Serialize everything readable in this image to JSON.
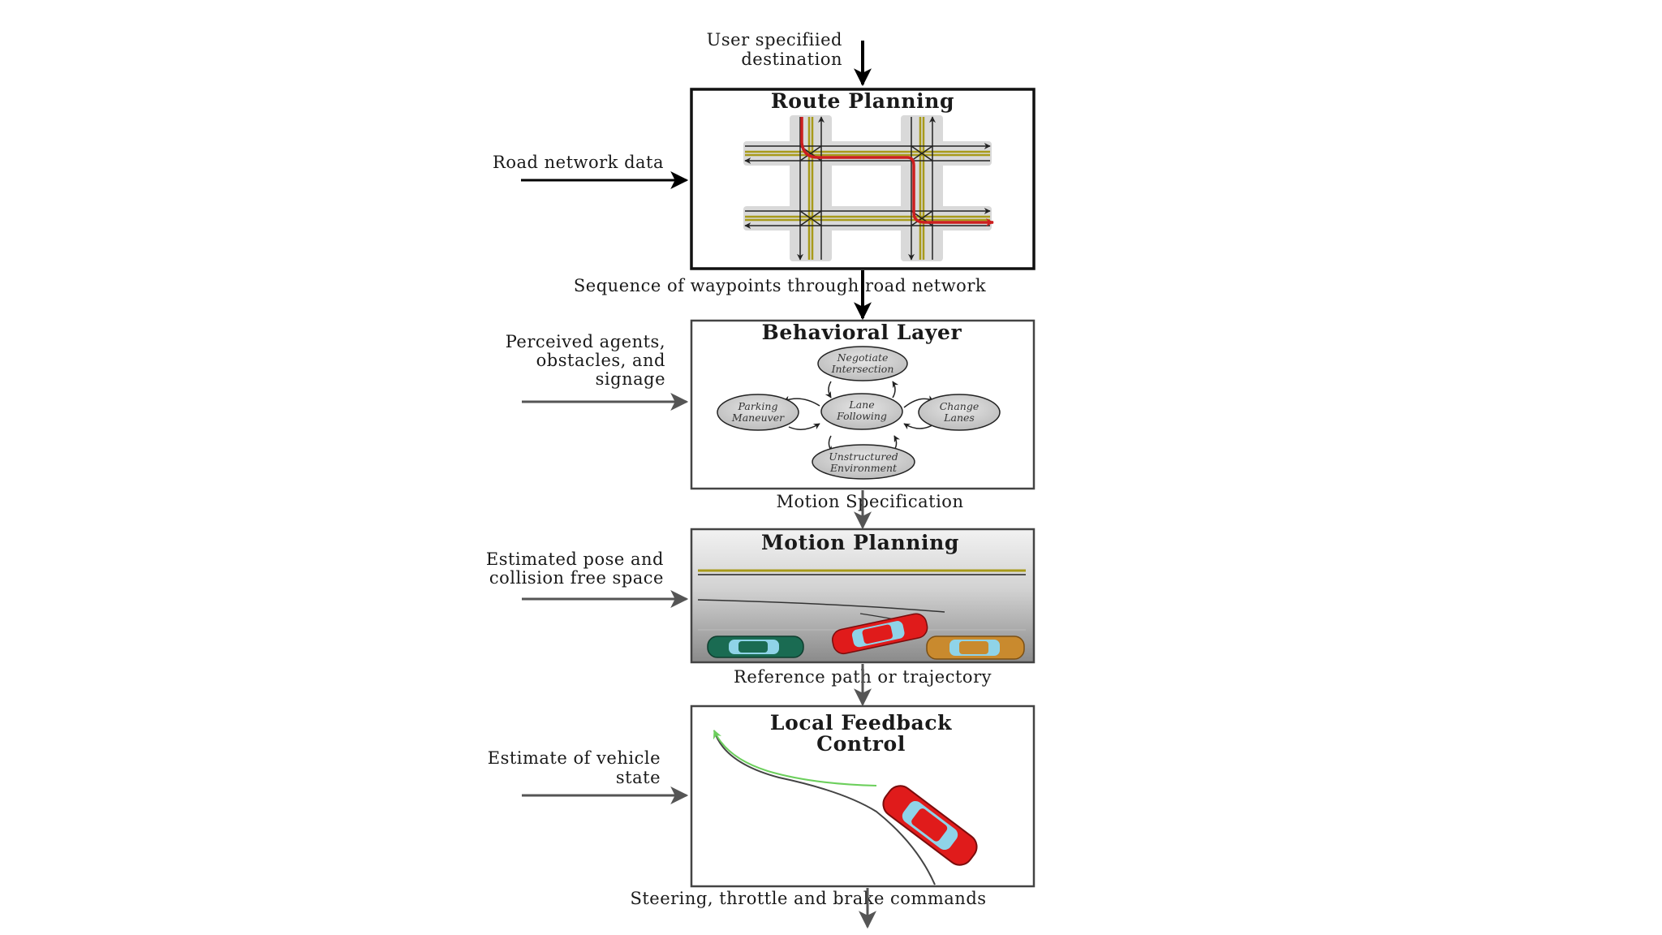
{
  "top_input": {
    "line1": "User specifiied",
    "line2": "destination"
  },
  "route_planning": {
    "title": "Route Planning",
    "input": "Road network data",
    "output": "Sequence of waypoints through road network"
  },
  "behavioral_layer": {
    "title": "Behavioral Layer",
    "input": {
      "line1": "Perceived agents,",
      "line2": "obstacles, and",
      "line3": "signage"
    },
    "states": {
      "negotiate": {
        "line1": "Negotiate",
        "line2": "Intersection"
      },
      "lane_following": {
        "line1": "Lane",
        "line2": "Following"
      },
      "parking": {
        "line1": "Parking",
        "line2": "Maneuver"
      },
      "change_lanes": {
        "line1": "Change",
        "line2": "Lanes"
      },
      "unstructured": {
        "line1": "Unstructured",
        "line2": "Environment"
      }
    },
    "output": "Motion Specification"
  },
  "motion_planning": {
    "title": "Motion Planning",
    "input": {
      "line1": "Estimated pose and",
      "line2": "collision free space"
    },
    "output": "Reference path or trajectory"
  },
  "local_feedback_control": {
    "title": {
      "line1": "Local Feedback",
      "line2": "Control"
    },
    "input": {
      "line1": "Estimate of vehicle",
      "line2": "state"
    },
    "output": "Steering, throttle and brake commands"
  },
  "colors": {
    "route_red": "#cc1f1f",
    "road_yellow": "#a89a1a",
    "car_red": "#e01b1b",
    "car_green": "#1a6b52",
    "car_orange": "#c98a2e",
    "window_blue": "#8fd3e8",
    "path_green": "#6ccf5c"
  }
}
